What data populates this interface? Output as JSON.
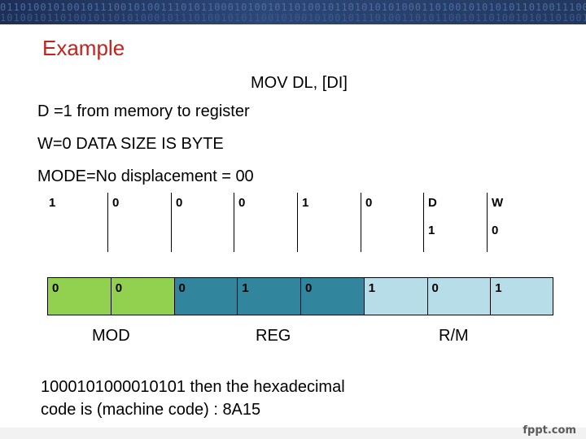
{
  "banner": {
    "code_row1": "0110100101001011100101001110101100010100101101001011010101010001101001010101011010011100101001010110",
    "code_row2": "1010010110100101101010001011101001010110010100101001011101001101011001011010010101101001010100101101"
  },
  "title": "Example",
  "instruction": "MOV DL, [DI]",
  "lines": [
    "D =1  from memory to register",
    "W=0   DATA SIZE IS BYTE",
    "MODE=No displacement = 00"
  ],
  "opcode_row": {
    "cells": [
      {
        "top": "1",
        "bottom": ""
      },
      {
        "top": "0",
        "bottom": ""
      },
      {
        "top": "0",
        "bottom": ""
      },
      {
        "top": "0",
        "bottom": ""
      },
      {
        "top": "1",
        "bottom": ""
      },
      {
        "top": "0",
        "bottom": ""
      },
      {
        "top": "D",
        "bottom": "1"
      },
      {
        "top": "W",
        "bottom": "0"
      }
    ]
  },
  "modrm_row": {
    "cells": [
      "0",
      "0",
      "0",
      "1",
      "0",
      "1",
      "0",
      "1"
    ],
    "colors": [
      "#92d050",
      "#92d050",
      "#31859c",
      "#31859c",
      "#31859c",
      "#b7dde8",
      "#b7dde8",
      "#b7dde8"
    ]
  },
  "segments": {
    "mod": "MOD",
    "reg": "REG",
    "rm": "R/M"
  },
  "result": {
    "line1": "1000101000010101  then the hexadecimal",
    "line2": "code is (machine code) : 8A15"
  },
  "footer": {
    "logo": "fppt.com"
  }
}
